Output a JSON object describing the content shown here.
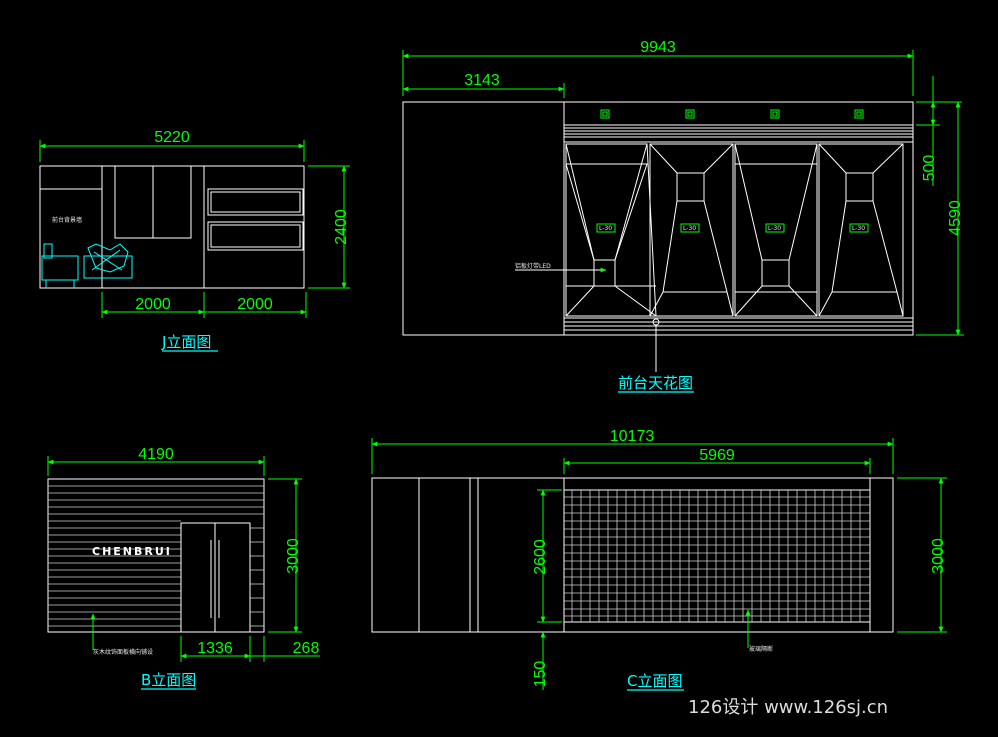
{
  "drawing": {
    "j_elevation": {
      "title": "J立面图",
      "dims": {
        "width": "5220",
        "height": "2400",
        "seg1": "2000",
        "seg2": "2000"
      },
      "note": "前台背景墙"
    },
    "ceiling": {
      "title": "前台天花图",
      "dims": {
        "width": "9943",
        "left": "3143",
        "top_band": "500",
        "height": "4590"
      },
      "note": "铝板灯带LED",
      "light_tags": [
        "L-30",
        "L-30",
        "L-30",
        "L-30"
      ]
    },
    "b_elevation": {
      "title": "B立面图",
      "brand": "CHENBRUI",
      "dims": {
        "width": "4190",
        "height": "3000",
        "door": "1336",
        "side": "268"
      },
      "note": "灰木纹饰面板横向铺设"
    },
    "c_elevation": {
      "title": "C立面图",
      "dims": {
        "width": "10173",
        "panel": "5969",
        "height": "3000",
        "inner_height": "2600",
        "base": "150"
      },
      "note": "玻璃隔断"
    }
  },
  "watermark": "126设计 www.126sj.cn",
  "colors": {
    "background": "#000000",
    "lines": "#ffffff",
    "dimensions": "#00ff00",
    "titles": "#00ffff"
  }
}
